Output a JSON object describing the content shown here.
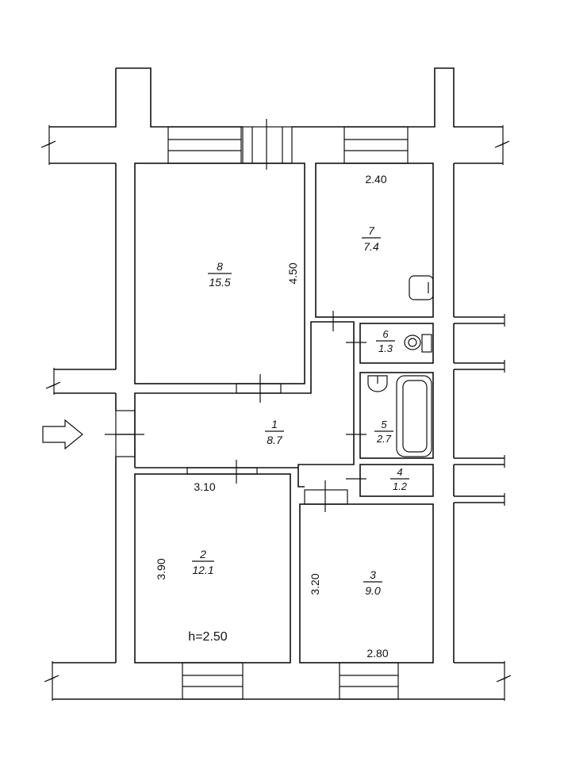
{
  "plan": {
    "ceiling_height_label": "h=2.50",
    "rooms": [
      {
        "id": "room-1",
        "number": "1",
        "area": "8.7"
      },
      {
        "id": "room-2",
        "number": "2",
        "area": "12.1"
      },
      {
        "id": "room-3",
        "number": "3",
        "area": "9.0"
      },
      {
        "id": "room-4",
        "number": "4",
        "area": "1.2"
      },
      {
        "id": "room-5",
        "number": "5",
        "area": "2.7"
      },
      {
        "id": "room-6",
        "number": "6",
        "area": "1.3"
      },
      {
        "id": "room-7",
        "number": "7",
        "area": "7.4"
      },
      {
        "id": "room-8",
        "number": "8",
        "area": "15.5"
      }
    ],
    "dimensions": {
      "room8_side": "4.50",
      "room7_width": "2.40",
      "room2_width": "3.10",
      "room2_side": "3.90",
      "room3_side": "3.20",
      "room3_width": "2.80"
    },
    "entrance_arrow": "arrow-right-icon"
  }
}
